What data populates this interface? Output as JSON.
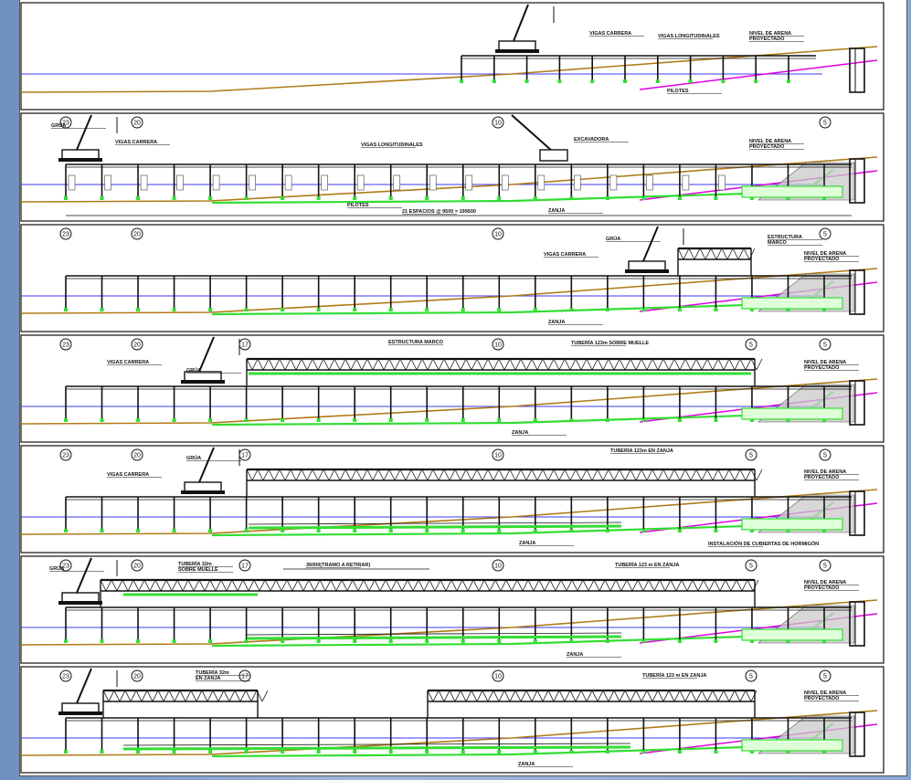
{
  "colors": {
    "seabed": "#b07b18",
    "water": "#3a3af0",
    "sand": "#e000e0",
    "trench": "#33dd33",
    "steel": "#111111"
  },
  "panels": [
    {
      "labels": [
        {
          "text": "VIGAS CARRERA"
        },
        {
          "text": "VIGAS LONGITUDINALES"
        },
        {
          "text": "NIVEL DE ARENA"
        },
        {
          "text": "PROYECTADO"
        },
        {
          "text": "PILOTES"
        }
      ]
    },
    {
      "axes": [
        "23",
        "20",
        "10",
        "5"
      ],
      "labels": [
        {
          "text": "GRÚA"
        },
        {
          "text": "VIGAS CARRERA"
        },
        {
          "text": "VIGAS LONGITUDINALES"
        },
        {
          "text": "EXCAVADORA"
        },
        {
          "text": "NIVEL DE ARENA"
        },
        {
          "text": "PROYECTADO"
        },
        {
          "text": "PILOTES"
        },
        {
          "text": "ZANJA"
        },
        {
          "text": "21 ESPACIOS @ 9500 = 199500"
        }
      ]
    },
    {
      "axes": [
        "23",
        "20",
        "10",
        "5"
      ],
      "labels": [
        {
          "text": "GRÚA"
        },
        {
          "text": "VIGAS CARRERA"
        },
        {
          "text": "ESTRUCTURA"
        },
        {
          "text": "MARCO"
        },
        {
          "text": "NIVEL DE ARENA"
        },
        {
          "text": "PROYECTADO"
        },
        {
          "text": "ZANJA"
        }
      ]
    },
    {
      "axes": [
        "23",
        "20",
        "17",
        "10",
        "5",
        "5"
      ],
      "labels": [
        {
          "text": "GRÚA"
        },
        {
          "text": "VIGAS CARRERA"
        },
        {
          "text": "ESTRUCTURA MARCO"
        },
        {
          "text": "TUBERÍA 123m SOBRE MUELLE"
        },
        {
          "text": "NIVEL DE ARENA"
        },
        {
          "text": "PROYECTADO"
        },
        {
          "text": "ZANJA"
        }
      ]
    },
    {
      "axes": [
        "23",
        "20",
        "17",
        "10",
        "5",
        "5"
      ],
      "labels": [
        {
          "text": "GRÚA"
        },
        {
          "text": "VIGAS CARRERA"
        },
        {
          "text": "TUBERÍA 123m EN ZANJA"
        },
        {
          "text": "NIVEL DE ARENA"
        },
        {
          "text": "PROYECTADO"
        },
        {
          "text": "ZANJA"
        },
        {
          "text": "INSTALACIÓN DE CUBIERTAS DE HORMIGÓN"
        }
      ]
    },
    {
      "axes": [
        "23",
        "20",
        "17",
        "10",
        "5",
        "5"
      ],
      "labels": [
        {
          "text": "GRÚA"
        },
        {
          "text": "TUBERÍA 32m"
        },
        {
          "text": "SOBRE MUELLE"
        },
        {
          "text": "36000(TRAMO A RETIRAR)"
        },
        {
          "text": "TUBERÍA 123 m EN ZANJA"
        },
        {
          "text": "NIVEL DE ARENA"
        },
        {
          "text": "PROYECTADO"
        },
        {
          "text": "ZANJA"
        }
      ]
    },
    {
      "axes": [
        "23",
        "20",
        "17",
        "10",
        "5",
        "5"
      ],
      "labels": [
        {
          "text": "TUBERÍA 32m"
        },
        {
          "text": "EN ZANJA"
        },
        {
          "text": "TUBERÍA 123 m EN ZANJA"
        },
        {
          "text": "NIVEL DE ARENA"
        },
        {
          "text": "PROYECTADO"
        },
        {
          "text": "ZANJA"
        }
      ]
    }
  ]
}
